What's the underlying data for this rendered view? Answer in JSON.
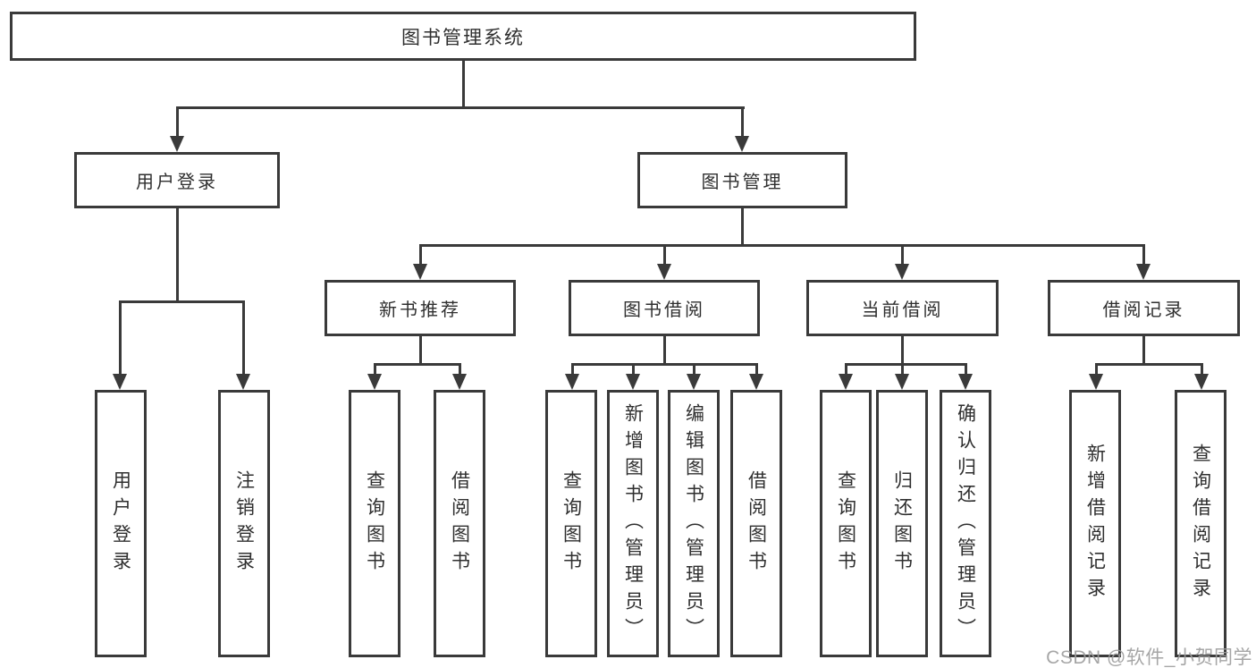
{
  "diagram": {
    "root": {
      "label": "图书管理系统"
    },
    "level2": [
      {
        "label": "用户登录"
      },
      {
        "label": "图书管理"
      }
    ],
    "level3": [
      {
        "label": "新书推荐"
      },
      {
        "label": "图书借阅"
      },
      {
        "label": "当前借阅"
      },
      {
        "label": "借阅记录"
      }
    ],
    "leaves": {
      "login": [
        "用户登录",
        "注销登录"
      ],
      "newbook": [
        "查询图书",
        "借阅图书"
      ],
      "borrow": [
        "查询图书",
        "新增图书（管理员）",
        "编辑图书（管理员）",
        "借阅图书"
      ],
      "current": [
        "查询图书",
        "归还图书",
        "确认归还（管理员）"
      ],
      "records": [
        "新增借阅记录",
        "查询借阅记录"
      ]
    }
  },
  "watermark": {
    "text": "CSDN @软件_小贺同学"
  },
  "colors": {
    "line": "#3a3a3a",
    "text": "#2f2f2f",
    "watermark": "#9d9d9d",
    "background": "#ffffff"
  }
}
